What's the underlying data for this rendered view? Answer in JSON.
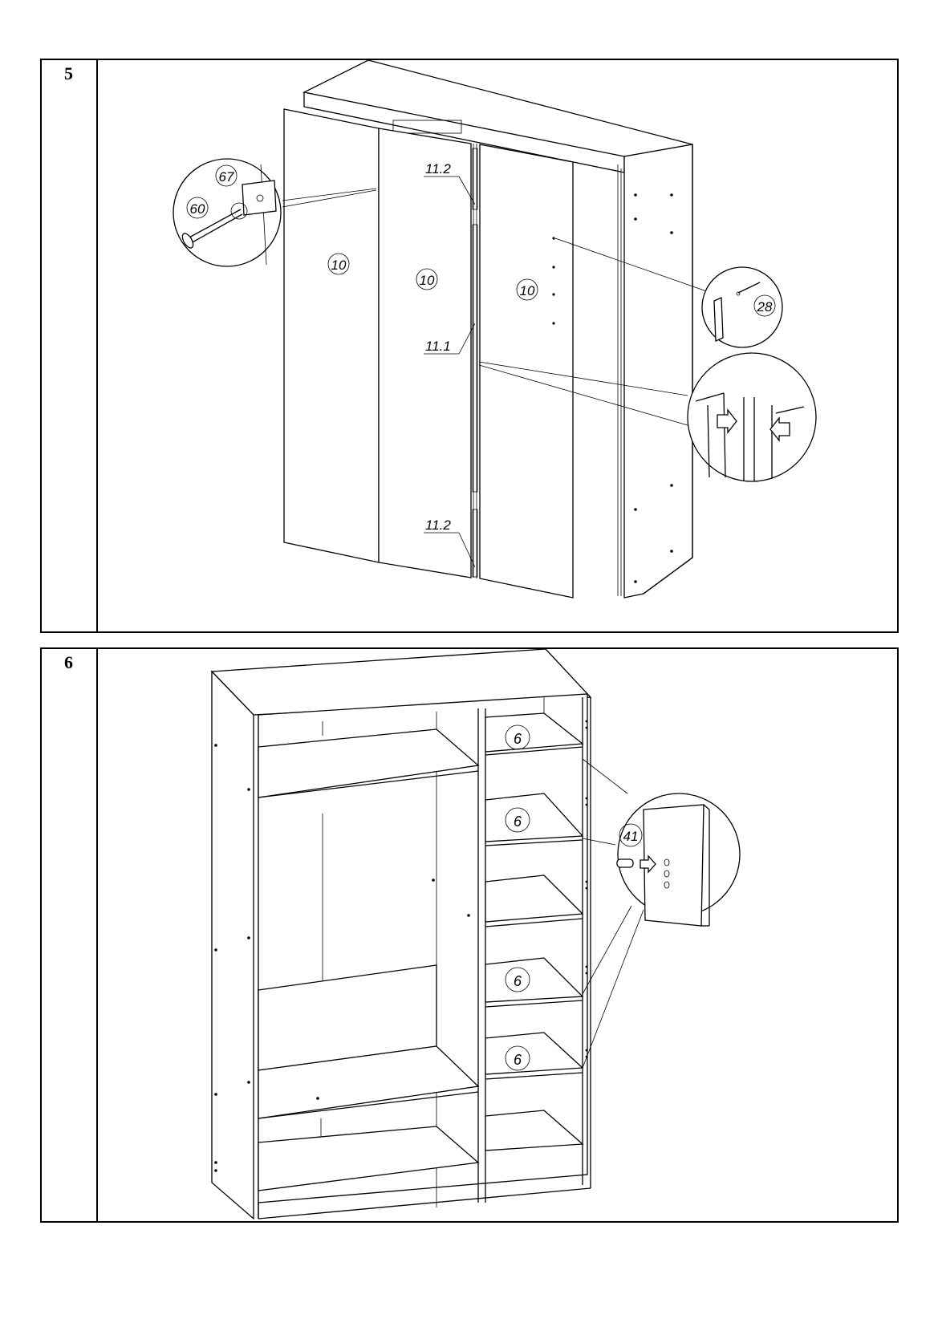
{
  "steps": [
    {
      "number": "5",
      "callouts": {
        "part_67": "67",
        "part_60": "60",
        "part_11_2_top": "11.2",
        "part_11_1": "11.1",
        "part_11_2_bottom": "11.2",
        "part_28": "28",
        "door_left": "10",
        "door_middle": "10",
        "door_right": "10"
      }
    },
    {
      "number": "6",
      "callouts": {
        "shelf_1": "6",
        "shelf_2": "6",
        "shelf_3": "6",
        "shelf_4": "6",
        "part_41": "41"
      }
    }
  ],
  "icons": [
    "screw-icon",
    "clip-icon",
    "nail-icon",
    "shelf-pin-icon",
    "arrow-right-icon",
    "arrow-left-icon"
  ]
}
